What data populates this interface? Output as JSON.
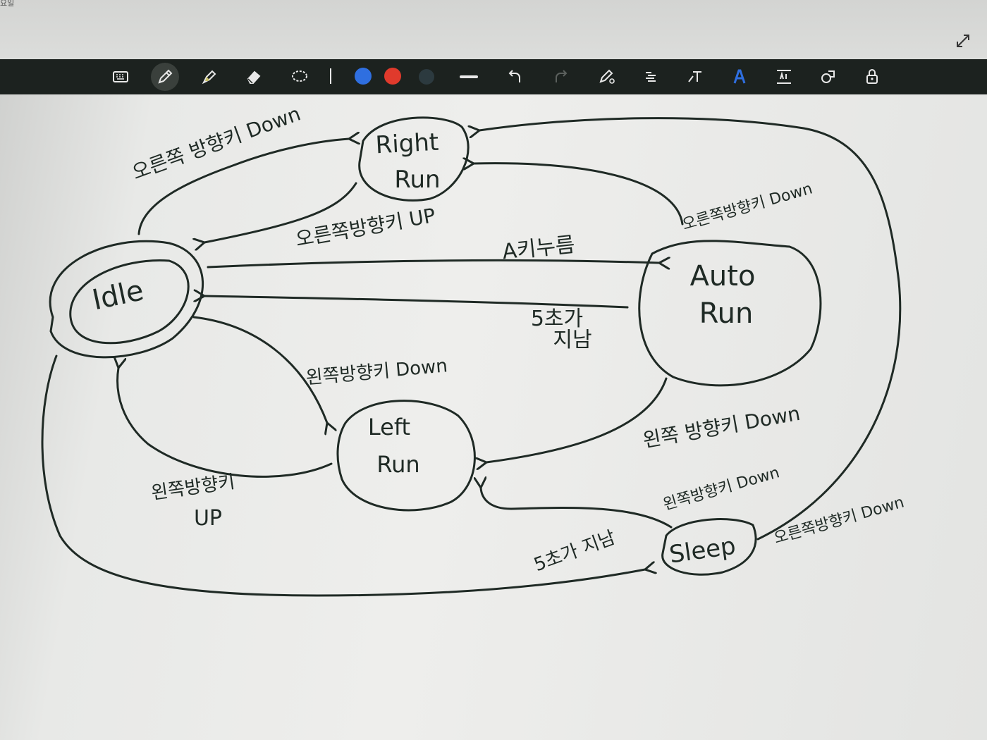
{
  "screen": {
    "corner_text": "요일"
  },
  "toolbar": {
    "tools": [
      {
        "name": "keyboard-icon"
      },
      {
        "name": "pen-icon",
        "active": true
      },
      {
        "name": "highlighter-icon"
      },
      {
        "name": "eraser-icon"
      },
      {
        "name": "lasso-icon"
      },
      {
        "name": "separator"
      },
      {
        "name": "blue-color-swatch",
        "color": "#2f6fe0"
      },
      {
        "name": "red-color-swatch",
        "color": "#e03a2c"
      },
      {
        "name": "dark-color-swatch",
        "color": "#2c3a3f"
      },
      {
        "name": "stroke-width-icon"
      },
      {
        "name": "undo-icon"
      },
      {
        "name": "redo-icon"
      },
      {
        "name": "pen-settings-icon"
      },
      {
        "name": "align-icon"
      },
      {
        "name": "text-icon"
      },
      {
        "name": "text-style-icon",
        "color": "#2f6fe0"
      },
      {
        "name": "spacing-icon"
      },
      {
        "name": "shapes-icon"
      },
      {
        "name": "lock-icon"
      }
    ]
  },
  "diagram": {
    "ink_color": "#1f2a25",
    "states": {
      "idle": [
        "Idle"
      ],
      "right_run": [
        "Right",
        "Run"
      ],
      "auto_run": [
        "Auto",
        "Run"
      ],
      "left_run": [
        "Left",
        "Run"
      ],
      "sleep": [
        "Sleep"
      ]
    },
    "transitions": {
      "idle_to_right": "오른쪽 방향키 Down",
      "right_to_idle": "오른쪽방향키 UP",
      "idle_to_auto": "A키누름",
      "auto_to_idle": [
        "5초가",
        "지남"
      ],
      "auto_to_right": "오른쪽방향키 Down",
      "idle_to_left": "왼쪽방향키 Down",
      "left_to_idle": [
        "왼쪽방향키",
        "UP"
      ],
      "auto_to_left": "왼쪽 방향키 Down",
      "sleep_to_left": "왼쪽방향키 Down",
      "idle_to_sleep": "5초가 지남",
      "sleep_to_right": "오른쪽방향키 Down"
    }
  }
}
